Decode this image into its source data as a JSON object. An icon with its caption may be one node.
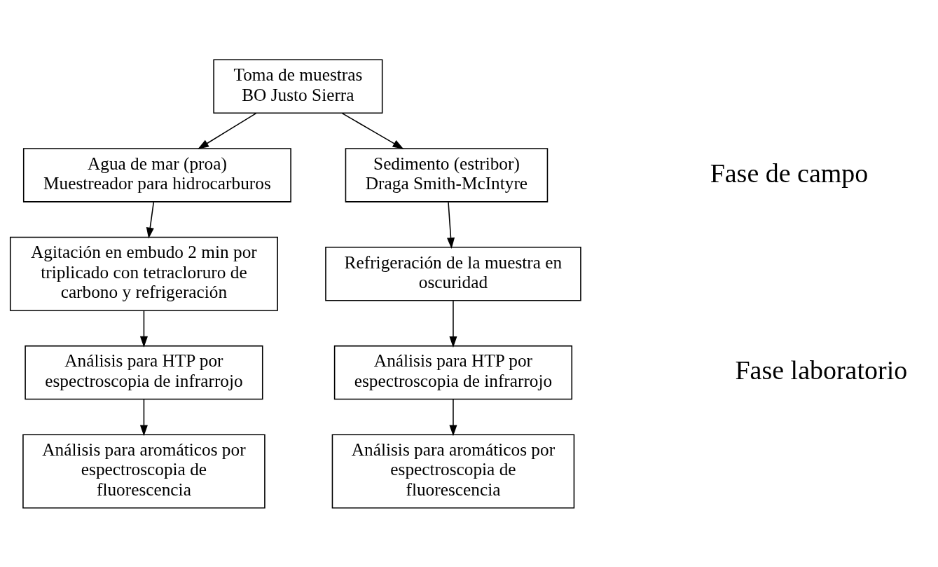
{
  "diagram": {
    "nodes": [
      {
        "text": [
          "Toma de muestras",
          "BO Justo Sierra"
        ]
      },
      {
        "text": [
          "Agua de mar (proa)",
          "Muestreador para hidrocarburos"
        ]
      },
      {
        "text": [
          "Sedimento (estribor)",
          "Draga Smith-McIntyre"
        ]
      },
      {
        "text": [
          "Agitación en embudo 2 min por triplicado con tetracloruro de carbono y refrigeración"
        ]
      },
      {
        "text": [
          "Refrigeración de la muestra en oscuridad"
        ]
      },
      {
        "text": [
          "Análisis para HTP por espectroscopia de infrarrojo"
        ]
      },
      {
        "text": [
          "Análisis para HTP por espectroscopia de infrarrojo"
        ]
      },
      {
        "text": [
          "Análisis para aromáticos por espectroscopia de fluorescencia"
        ]
      },
      {
        "text": [
          "Análisis para aromáticos por espectroscopia de fluorescencia"
        ]
      }
    ],
    "edges": [
      {
        "from": 0,
        "to": 1,
        "arrow": "to"
      },
      {
        "from": 0,
        "to": 2,
        "arrow": "to"
      },
      {
        "from": 1,
        "to": 3,
        "arrow": "to"
      },
      {
        "from": 2,
        "to": 4,
        "arrow": "to"
      },
      {
        "from": 3,
        "to": 5,
        "arrow": "to"
      },
      {
        "from": 4,
        "to": 6,
        "arrow": "to"
      },
      {
        "from": 5,
        "to": 7,
        "arrow": "to"
      },
      {
        "from": 6,
        "to": 8,
        "arrow": "to"
      }
    ],
    "labels": [
      "Fase de campo",
      "Fase laboratorio"
    ]
  }
}
